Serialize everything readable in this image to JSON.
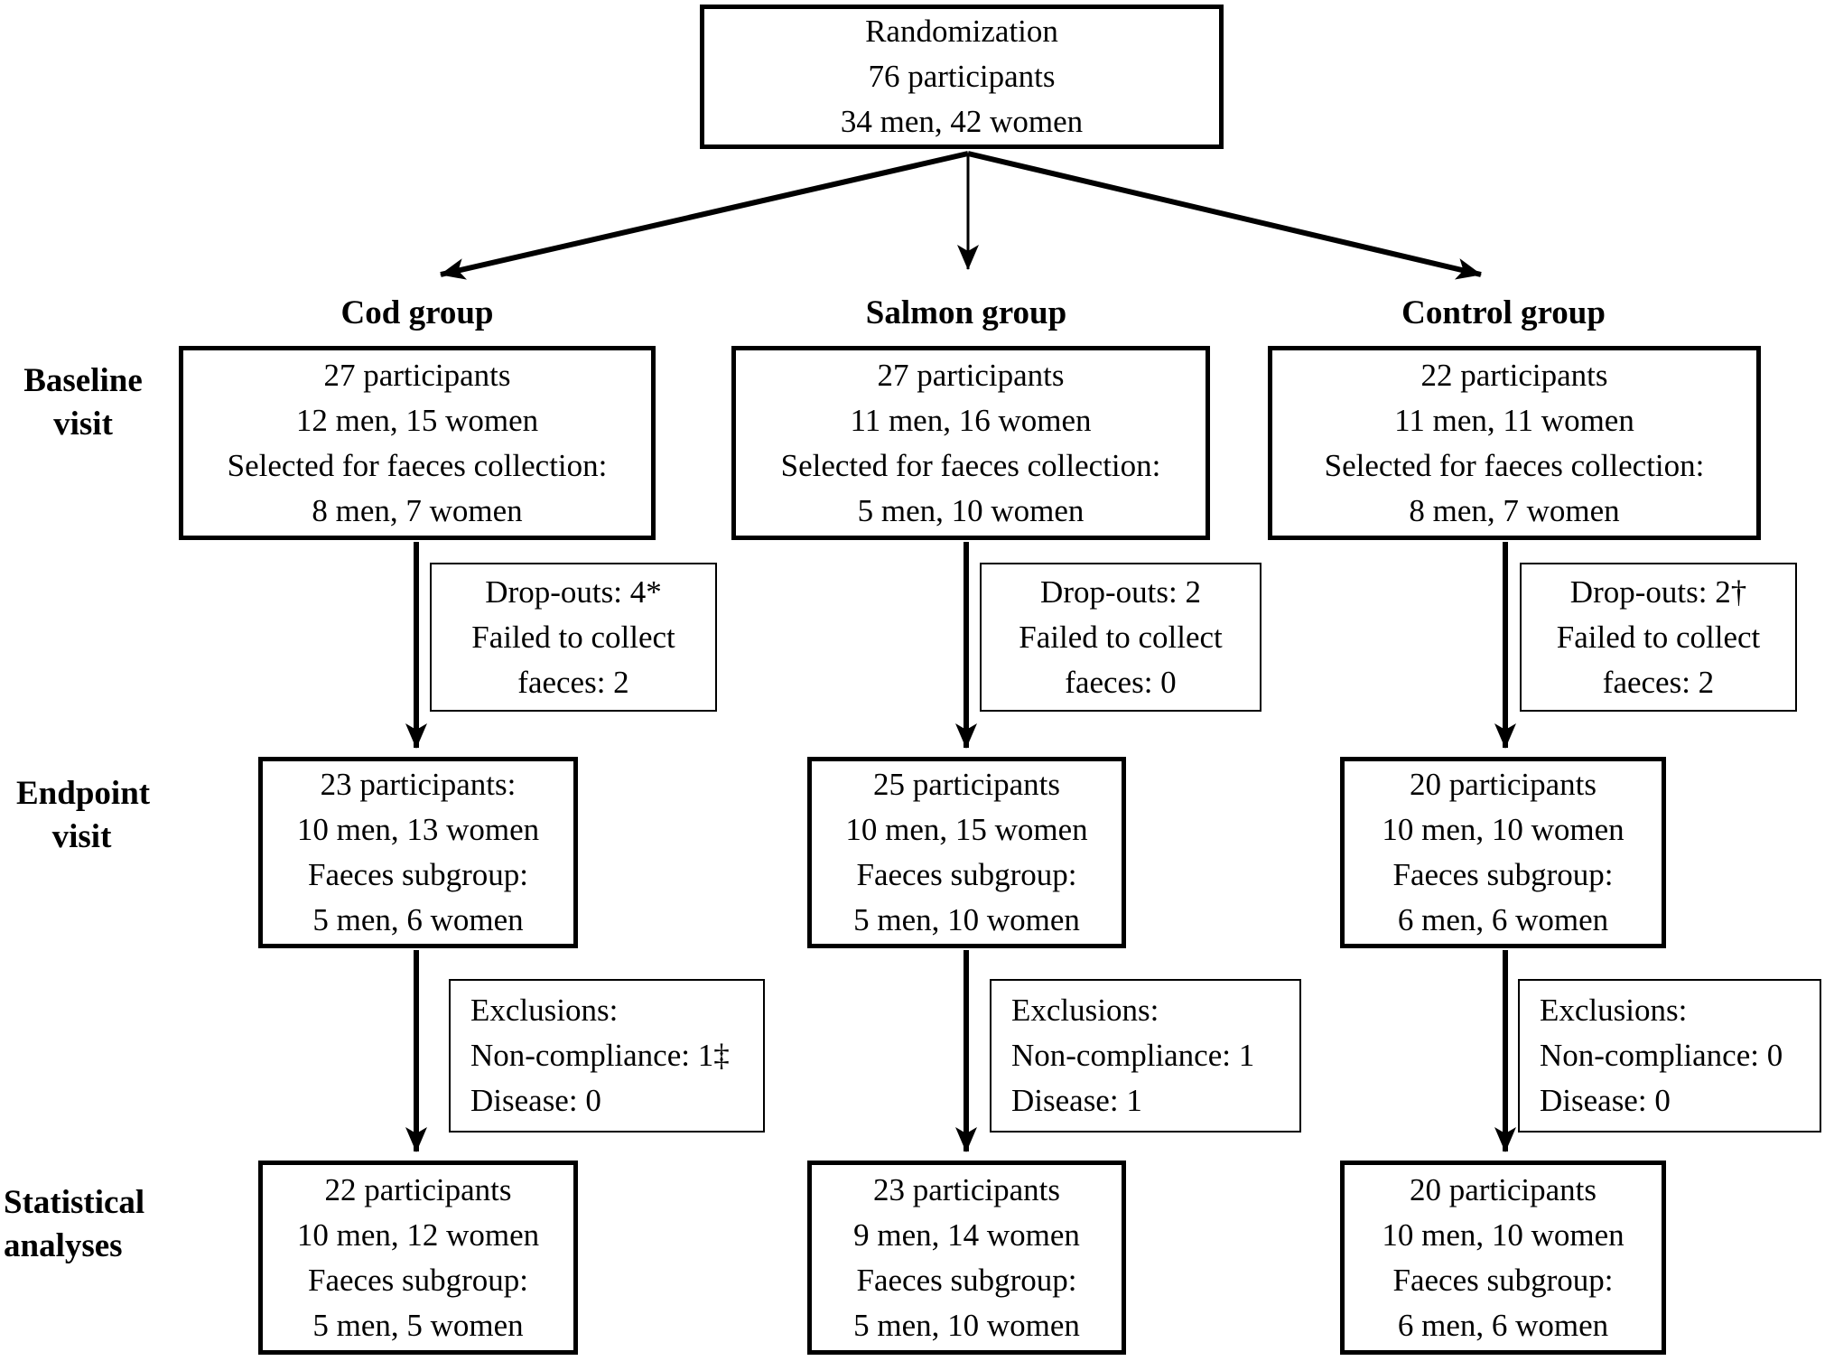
{
  "diagram": {
    "title_box": {
      "lines": [
        "Randomization",
        "76 participants",
        "34 men, 42 women"
      ]
    },
    "row_labels": {
      "baseline": {
        "line1": "Baseline",
        "line2": "visit"
      },
      "endpoint": {
        "line1": "Endpoint",
        "line2": "visit"
      },
      "statistical": {
        "line1": "Statistical",
        "line2": "analyses"
      }
    },
    "columns": [
      {
        "header": "Cod group",
        "baseline": [
          "27 participants",
          "12 men, 15 women",
          "Selected for faeces collection:",
          "8 men, 7 women"
        ],
        "dropouts": [
          "Drop-outs: 4*",
          "Failed to collect",
          "faeces: 2"
        ],
        "endpoint": [
          "23 participants:",
          "10 men, 13 women",
          "Faeces subgroup:",
          "5 men, 6 women"
        ],
        "exclusions": [
          "Exclusions:",
          "Non-compliance: 1‡",
          "Disease: 0"
        ],
        "statistical": [
          "22 participants",
          "10 men, 12 women",
          "Faeces subgroup:",
          "5 men, 5 women"
        ]
      },
      {
        "header": "Salmon group",
        "baseline": [
          "27 participants",
          "11 men, 16 women",
          "Selected for faeces collection:",
          "5 men, 10 women"
        ],
        "dropouts": [
          "Drop-outs: 2",
          "Failed to collect",
          "faeces: 0"
        ],
        "endpoint": [
          "25 participants",
          "10 men, 15 women",
          "Faeces subgroup:",
          "5 men, 10 women"
        ],
        "exclusions": [
          "Exclusions:",
          "Non-compliance: 1",
          "Disease: 1"
        ],
        "statistical": [
          "23 participants",
          "9 men, 14 women",
          "Faeces subgroup:",
          "5 men, 10 women"
        ]
      },
      {
        "header": "Control group",
        "baseline": [
          "22 participants",
          "11 men, 11 women",
          "Selected for faeces collection:",
          "8 men, 7 women"
        ],
        "dropouts": [
          "Drop-outs: 2†",
          "Failed to collect",
          "faeces: 2"
        ],
        "endpoint": [
          "20 participants",
          "10 men, 10 women",
          "Faeces subgroup:",
          "6 men, 6 women"
        ],
        "exclusions": [
          "Exclusions:",
          "Non-compliance: 0",
          "Disease: 0"
        ],
        "statistical": [
          "20 participants",
          "10 men, 10 women",
          "Faeces subgroup:",
          "6 men, 6 women"
        ]
      }
    ],
    "colors": {
      "line": "#000000",
      "background": "#ffffff",
      "text": "#000000"
    }
  }
}
